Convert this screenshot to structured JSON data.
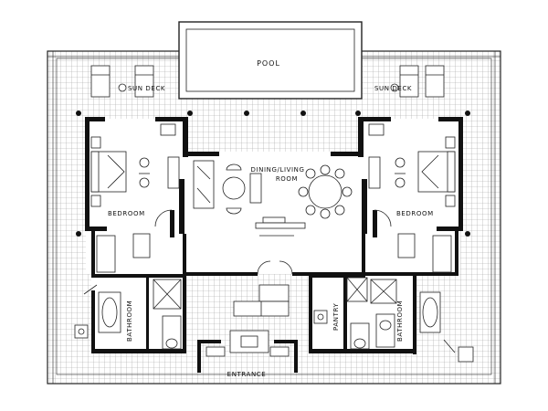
{
  "labels": {
    "pool": "POOL",
    "sun_deck_left": "SUN DECK",
    "sun_deck_right": "SUN DECK",
    "dining_line1": "DINING/LIVING",
    "dining_line2": "ROOM",
    "bedroom_left": "BEDROOM",
    "bedroom_right": "BEDROOM",
    "bathroom_left": "BATHROOM",
    "bathroom_right": "BATHROOM",
    "pantry": "PANTRY",
    "entrance": "ENTRANCE"
  },
  "colors": {
    "ink": "#111111",
    "grid": "#9a9a9a",
    "paper": "#ffffff"
  }
}
